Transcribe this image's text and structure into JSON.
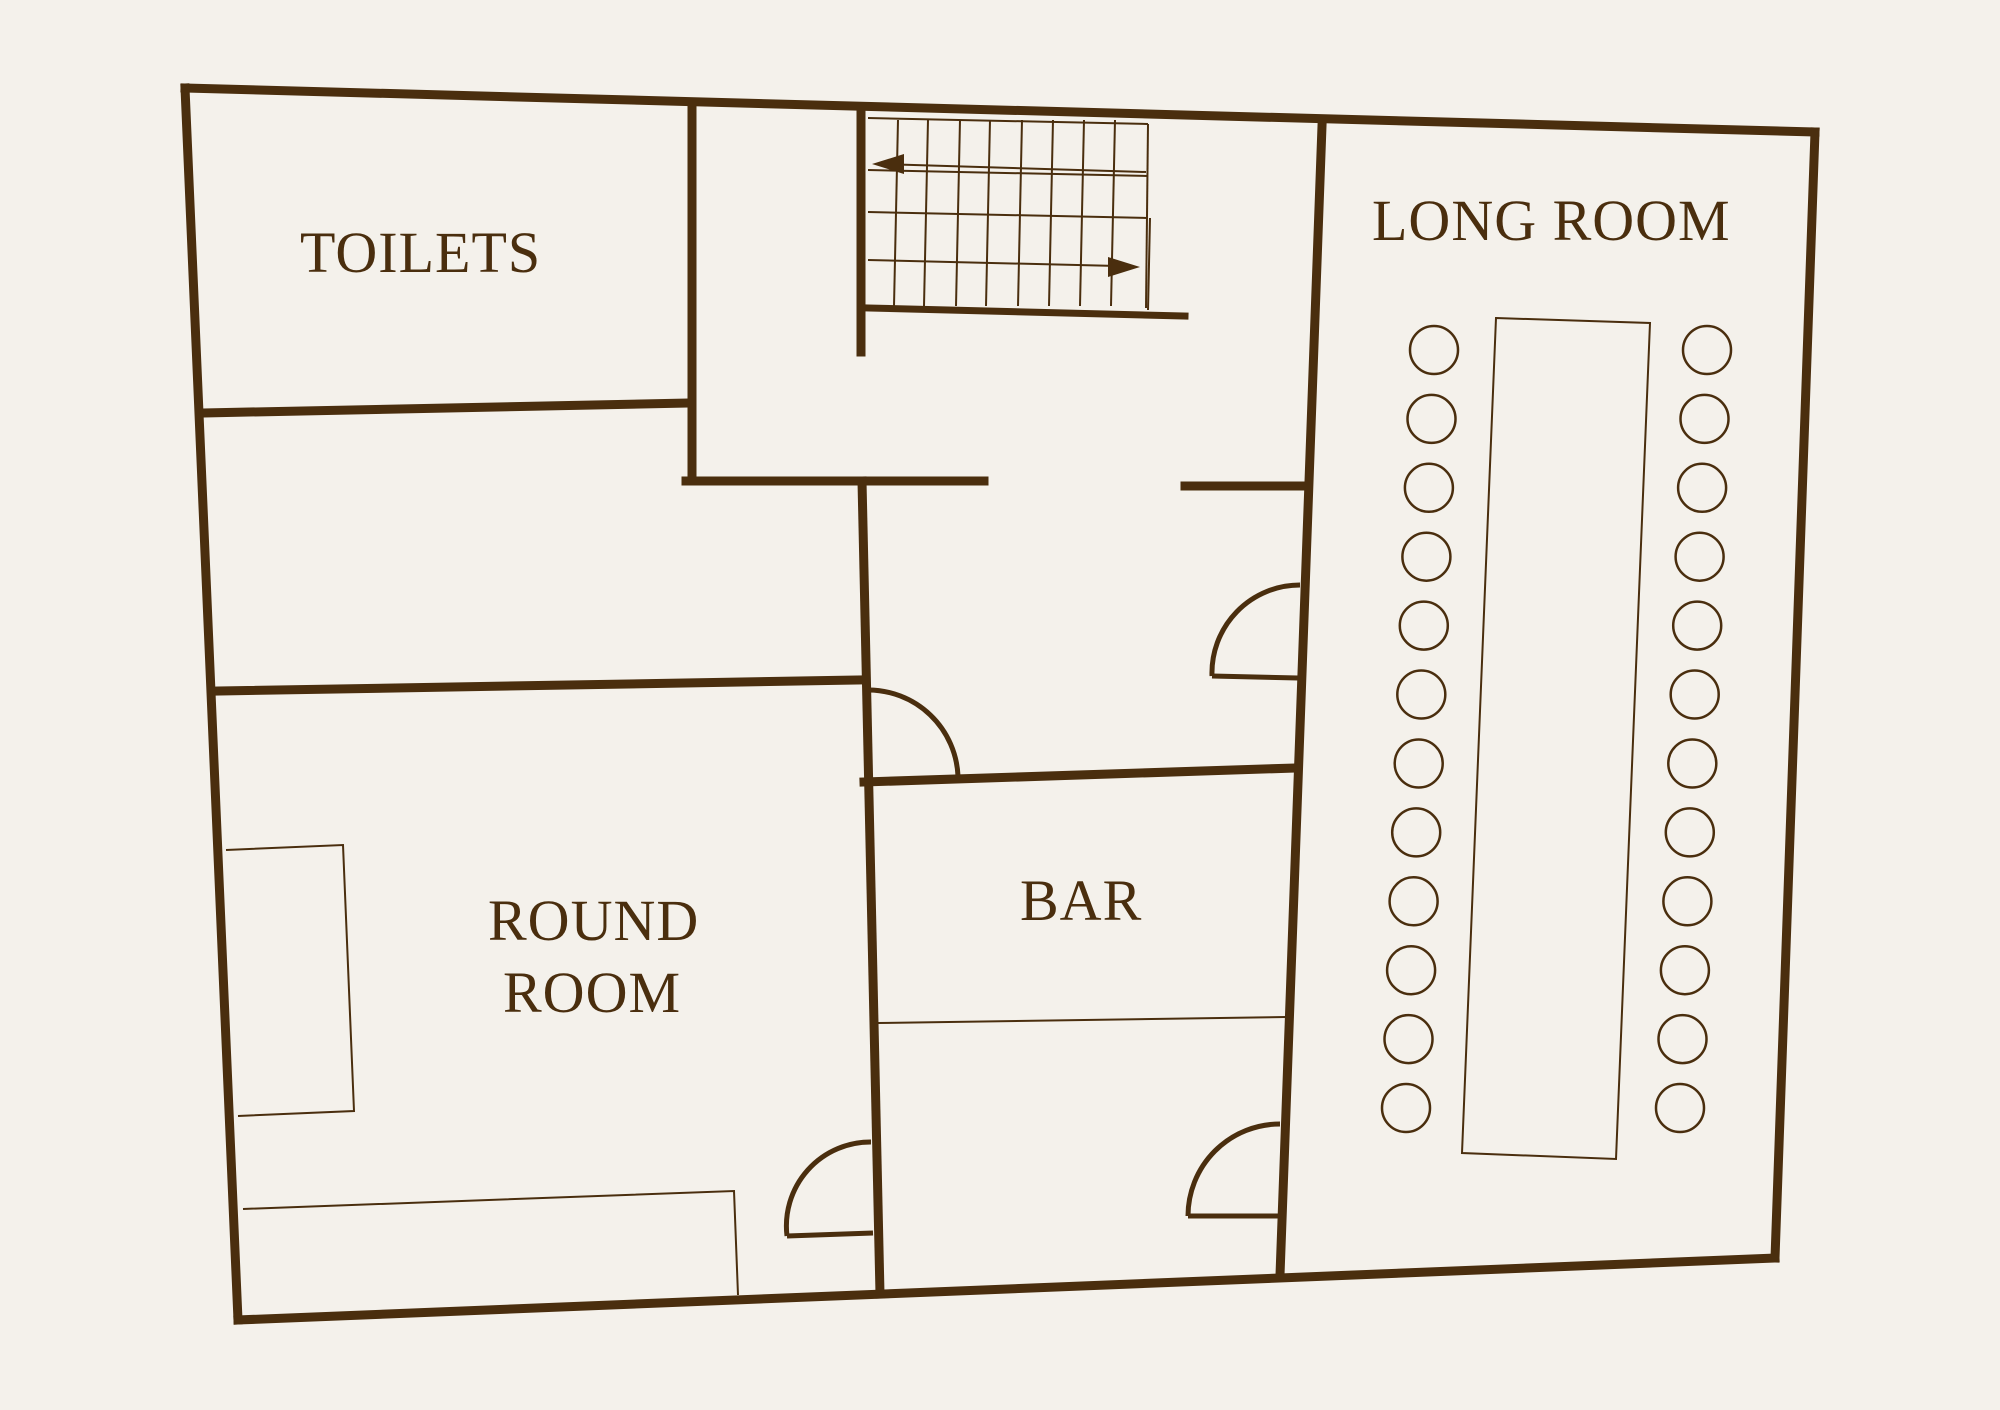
{
  "map": {
    "rooms": [
      {
        "id": "toilets",
        "label": "TOILETS"
      },
      {
        "id": "long-room",
        "label": "LONG ROOM"
      },
      {
        "id": "round-room",
        "label_line1": "ROUND",
        "label_line2": "ROOM"
      },
      {
        "id": "bar",
        "label": "BAR"
      }
    ],
    "colors": {
      "background": "#f4f1eb",
      "ink": "#4a2e0e"
    },
    "features": {
      "staircase": "stairs-icon",
      "long_table": "table",
      "stools_per_side": 12
    }
  }
}
